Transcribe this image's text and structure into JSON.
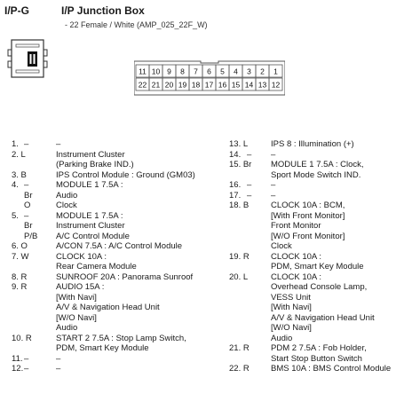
{
  "header": {
    "code": "I/P-G",
    "title": "I/P Junction Box",
    "subtitle": "- 22 Female / White (AMP_025_22F_W)"
  },
  "connector": {
    "top_row": [
      "11",
      "10",
      "9",
      "8",
      "7",
      "6",
      "5",
      "4",
      "3",
      "2",
      "1"
    ],
    "bottom_row": [
      "22",
      "21",
      "20",
      "19",
      "18",
      "17",
      "16",
      "15",
      "14",
      "13",
      "12"
    ]
  },
  "pins_left": [
    {
      "num": "1.",
      "col": "–",
      "desc": "–"
    },
    {
      "num": "2. L",
      "col": "",
      "desc": "Instrument Cluster"
    },
    {
      "num": "",
      "col": "",
      "desc": "(Parking Brake IND.)"
    },
    {
      "num": "3. B",
      "col": "",
      "desc": "IPS Control Module : Ground (GM03)"
    },
    {
      "num": "4.",
      "col": "–",
      "desc": "MODULE 1 7.5A :"
    },
    {
      "num": "",
      "col": "Br",
      "desc": "Audio"
    },
    {
      "num": "",
      "col": "O",
      "desc": "Clock"
    },
    {
      "num": "5.",
      "col": "–",
      "desc": "MODULE 1 7.5A :"
    },
    {
      "num": "",
      "col": "Br",
      "desc": "Instrument Cluster"
    },
    {
      "num": "",
      "col": "P/B",
      "desc": "A/C Control Module"
    },
    {
      "num": "6. O",
      "col": "",
      "desc": "A/CON 7.5A : A/C Control Module"
    },
    {
      "num": "7. W",
      "col": "",
      "desc": "CLOCK 10A :"
    },
    {
      "num": "",
      "col": "",
      "desc": "Rear Camera Module"
    },
    {
      "num": "8. R",
      "col": "",
      "desc": "SUNROOF 20A : Panorama Sunroof"
    },
    {
      "num": "9. R",
      "col": "",
      "desc": "AUDIO 15A :"
    },
    {
      "num": "",
      "col": "",
      "desc": "[With Navi]"
    },
    {
      "num": "",
      "col": "",
      "desc": "A/V & Navigation Head Unit"
    },
    {
      "num": "",
      "col": "",
      "desc": "[W/O Navi]"
    },
    {
      "num": "",
      "col": "",
      "desc": "Audio"
    },
    {
      "num": "10. R",
      "col": "",
      "desc": "START 2 7.5A : Stop Lamp Switch,"
    },
    {
      "num": "",
      "col": "",
      "desc": "PDM, Smart Key Module"
    },
    {
      "num": "11.",
      "col": "–",
      "desc": "–"
    },
    {
      "num": "12.",
      "col": "–",
      "desc": "–"
    }
  ],
  "pins_right": [
    {
      "num": "13. L",
      "col": "",
      "desc": "IPS 8 : Illumination (+)"
    },
    {
      "num": "14.",
      "col": "–",
      "desc": "–"
    },
    {
      "num": "15. Br",
      "col": "",
      "desc": "MODULE 1 7.5A : Clock,"
    },
    {
      "num": "",
      "col": "",
      "desc": "Sport Mode Switch IND."
    },
    {
      "num": "16.",
      "col": "–",
      "desc": "–"
    },
    {
      "num": "17.",
      "col": "–",
      "desc": "–"
    },
    {
      "num": "18. B",
      "col": "",
      "desc": "CLOCK 10A : BCM,"
    },
    {
      "num": "",
      "col": "",
      "desc": "[With Front Monitor]"
    },
    {
      "num": "",
      "col": "",
      "desc": "Front Monitor"
    },
    {
      "num": "",
      "col": "",
      "desc": "[W/O Front Monitor]"
    },
    {
      "num": "",
      "col": "",
      "desc": "Clock"
    },
    {
      "num": "19. R",
      "col": "",
      "desc": "CLOCK 10A :"
    },
    {
      "num": "",
      "col": "",
      "desc": "PDM, Smart Key Module"
    },
    {
      "num": "20. L",
      "col": "",
      "desc": "CLOCK 10A :"
    },
    {
      "num": "",
      "col": "",
      "desc": "Overhead Console Lamp,"
    },
    {
      "num": "",
      "col": "",
      "desc": "VESS Unit"
    },
    {
      "num": "",
      "col": "",
      "desc": "[With Navi]"
    },
    {
      "num": "",
      "col": "",
      "desc": "A/V & Navigation Head Unit"
    },
    {
      "num": "",
      "col": "",
      "desc": "[W/O Navi]"
    },
    {
      "num": "",
      "col": "",
      "desc": "Audio"
    },
    {
      "num": "21. R",
      "col": "",
      "desc": "PDM 2 7.5A : Fob Holder,"
    },
    {
      "num": "",
      "col": "",
      "desc": "Start Stop Button Switch"
    },
    {
      "num": "22. R",
      "col": "",
      "desc": "BMS 10A : BMS Control Module"
    }
  ]
}
